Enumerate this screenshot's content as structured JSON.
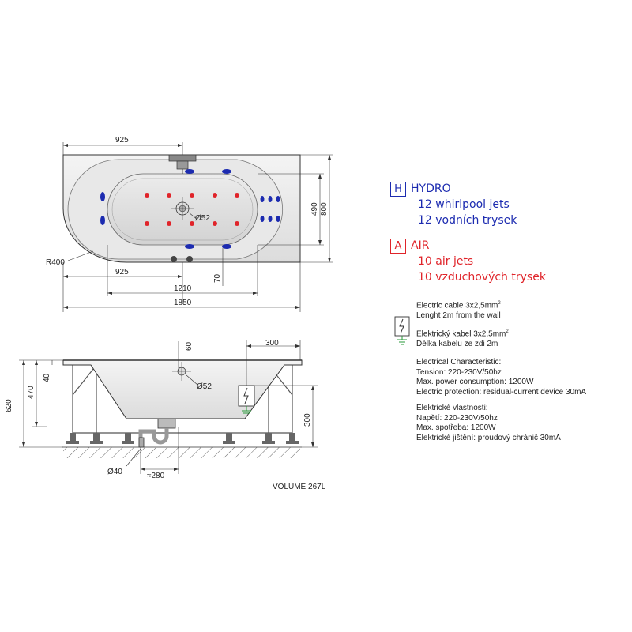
{
  "top_view": {
    "dims": {
      "d925_top": "925",
      "d925_bottom": "925",
      "d1210": "1210",
      "d1850": "1850",
      "d490": "490",
      "d800": "800",
      "d70": "70",
      "r400": "R400",
      "d52": "Ø52"
    }
  },
  "side_view": {
    "dims": {
      "d60": "60",
      "d300_top": "300",
      "d40": "40",
      "d470": "470",
      "d620": "620",
      "d300_right": "300",
      "d52": "Ø52",
      "d40_pipe": "Ø40",
      "d280": "≈280"
    },
    "volume": "VOLUME 267L"
  },
  "legend": {
    "hydro": {
      "badge": "H",
      "title": "HYDRO",
      "line1": "12 whirlpool jets",
      "line2": "12 vodních trysek",
      "color": "#1c2bb0"
    },
    "air": {
      "badge": "A",
      "title": "AIR",
      "line1": "10 air jets",
      "line2": "10 vzduchových trysek",
      "color": "#e0242a"
    }
  },
  "specs": {
    "cable_en_1": "Electric cable 3x2,5mm",
    "cable_sup": "2",
    "cable_en_2": "Lenght 2m from the wall",
    "cable_cz_1": "Elektrický kabel 3x2,5mm",
    "cable_cz_2": "Délka kabelu ze zdi 2m",
    "en_title": "Electrical Characteristic:",
    "en_tension": "Tension: 220-230V/50hz",
    "en_power": "Max. power consumption: 1200W",
    "en_protection": "Electric protection: residual-current device 30mA",
    "cz_title": "Elektrické vlastnosti:",
    "cz_tension": "Napětí: 220-230V/50hz",
    "cz_power": "Max. spotřeba: 1200W",
    "cz_protection": "Elektrické jištění: proudový chránič 30mA"
  }
}
